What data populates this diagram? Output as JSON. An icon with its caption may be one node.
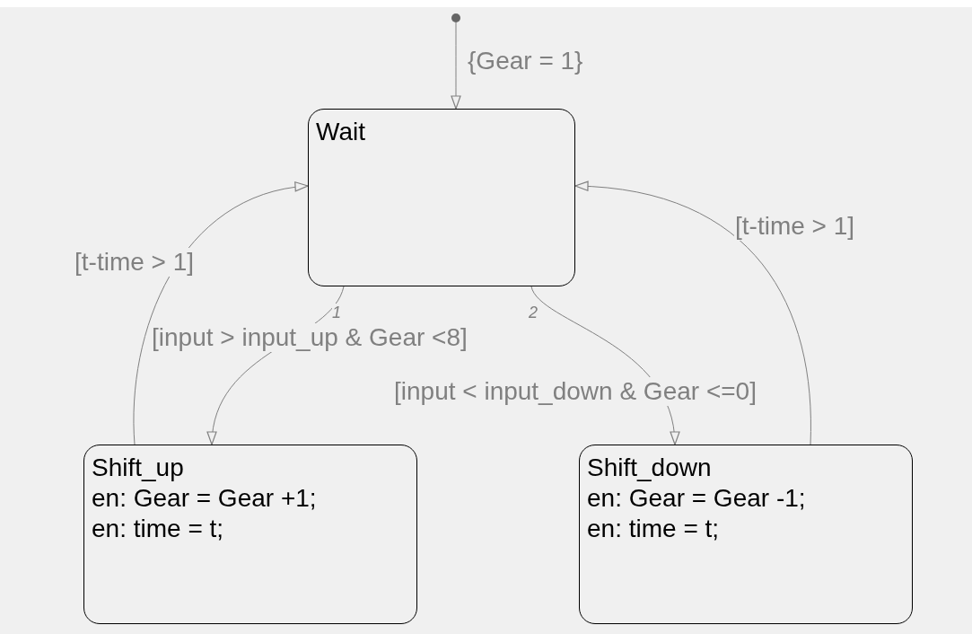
{
  "diagram": {
    "nodes": [
      {
        "text": [],
        "shape": "circle"
      },
      {
        "text": [
          "Wait"
        ]
      },
      {
        "text": [
          "Shift_up",
          "en: Gear = Gear +1;",
          "en: time = t;"
        ]
      },
      {
        "text": [
          "Shift_down",
          "en: Gear = Gear -1;",
          "en: time = t;"
        ]
      }
    ],
    "edges": [
      {
        "from": 0,
        "to": 1,
        "arrow": "to",
        "label": "{Gear = 1}"
      },
      {
        "from": 1,
        "to": 2,
        "arrow": "to",
        "label": "[input > input_up & Gear <8]"
      },
      {
        "from": 1,
        "to": 3,
        "arrow": "to",
        "label": "[input < input_down & Gear <=0]"
      },
      {
        "from": 2,
        "to": 1,
        "arrow": "to",
        "label": "[t-time > 1]"
      },
      {
        "from": 3,
        "to": 1,
        "arrow": "to",
        "label": "[t-time > 1]"
      }
    ],
    "labels": [
      "1",
      "2"
    ]
  }
}
